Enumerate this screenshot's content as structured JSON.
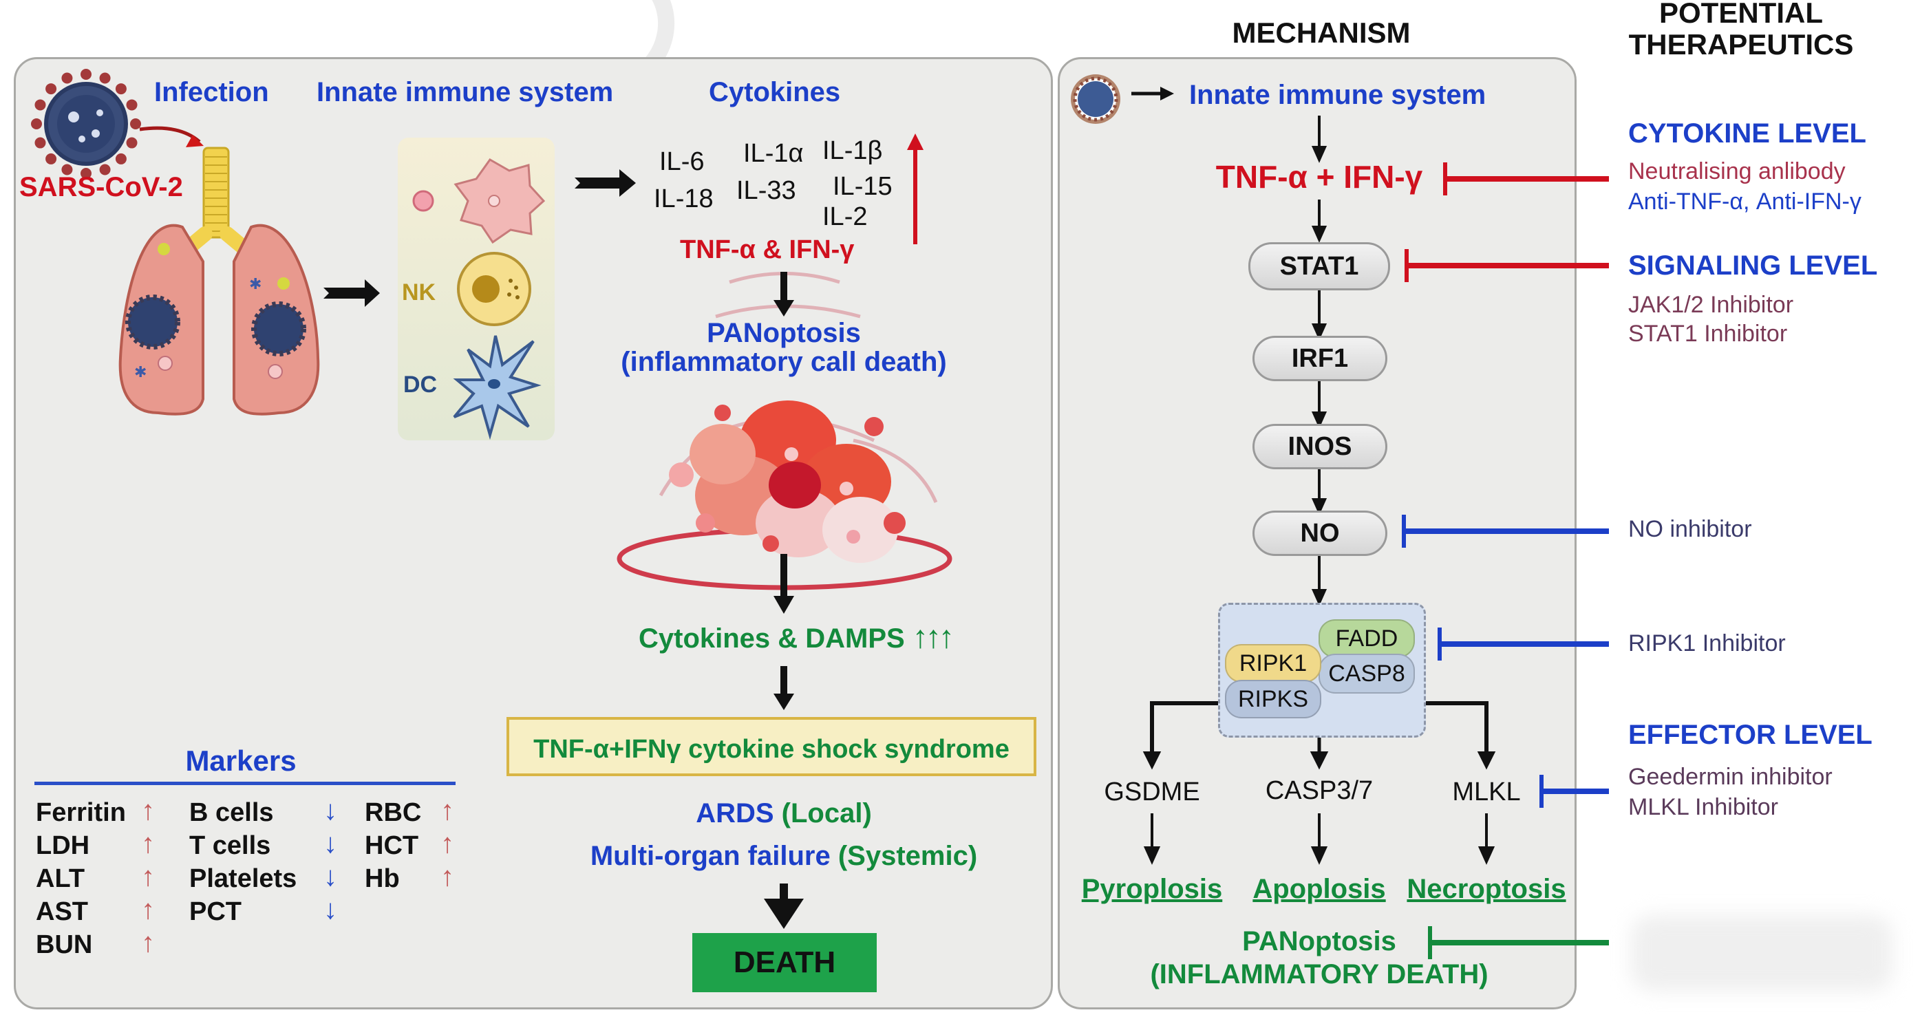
{
  "headers": {
    "mechanism": "MECHANISM",
    "therapeutics_line1": "POTENTIAL",
    "therapeutics_line2": "THERAPEUTICS"
  },
  "left_panel": {
    "labels": {
      "infection": "Infection",
      "innate_immune": "Innate immune system",
      "cytokines": "Cytokines",
      "virus": "SARS-CoV-2"
    },
    "cells": [
      {
        "label": "",
        "type": "macrophage"
      },
      {
        "label": "NK",
        "type": "nk-cell"
      },
      {
        "label": "DC",
        "type": "dendritic-cell"
      }
    ],
    "cytokine_list": [
      "IL-6",
      "IL-18",
      "IL-1α",
      "IL-33",
      "IL-1β",
      "IL-15",
      "IL-2"
    ],
    "cytokine_trend": "up",
    "tnf_ifn": "TNF-α & IFN-γ",
    "panoptosis_title": "PANoptosis",
    "panoptosis_sub": "(inflammatory call death)",
    "damps": "Cytokines & DAMPS",
    "damps_arrows": "↑↑↑",
    "shock_box": "TNF-α+IFNγ cytokine shock syndrome",
    "ards": "ARDS",
    "ards_scope": "(Local)",
    "mof": "Multi-organ failure",
    "mof_scope": "(Systemic)",
    "death": "DEATH",
    "markers": {
      "title": "Markers",
      "columns": [
        [
          {
            "name": "Ferritin",
            "trend": "up"
          },
          {
            "name": "LDH",
            "trend": "up"
          },
          {
            "name": "ALT",
            "trend": "up"
          },
          {
            "name": "AST",
            "trend": "up"
          },
          {
            "name": "BUN",
            "trend": "up"
          }
        ],
        [
          {
            "name": "B cells",
            "trend": "down"
          },
          {
            "name": "T cells",
            "trend": "down"
          },
          {
            "name": "Platelets",
            "trend": "down"
          },
          {
            "name": "PCT",
            "trend": "down"
          }
        ],
        [
          {
            "name": "RBC",
            "trend": "up"
          },
          {
            "name": "HCT",
            "trend": "up"
          },
          {
            "name": "Hb",
            "trend": "up"
          }
        ]
      ]
    }
  },
  "mechanism": {
    "start": "Innate immune system",
    "tnf_ifn": "TNF-α + IFN-γ",
    "nodes": [
      "STAT1",
      "IRF1",
      "INOS",
      "NO"
    ],
    "complex": {
      "fadd": "FADD",
      "ripk1": "RIPK1",
      "casp8": "CASP8",
      "ripk3": "RIPKS"
    },
    "effectors": [
      "GSDME",
      "CASP3/7",
      "MLKL"
    ],
    "outcomes": [
      "Pyroplosis",
      "Apoplosis",
      "Necroptosis"
    ],
    "final_title": "PANoptosis",
    "final_sub": "(INFLAMMATORY DEATH)"
  },
  "therapeutics": {
    "cytokine_level": {
      "title": "CYTOKINE LEVEL",
      "line1": "Neutralising anlibody",
      "line2": "Anti-TNF-α, Anti-IFN-γ"
    },
    "signaling_level": {
      "title": "SIGNALING LEVEL",
      "line1": "JAK1/2 Inhibitor",
      "line2": "STAT1 Inhibitor"
    },
    "no_inhibitor": "NO inhibitor",
    "ripk1_inhibitor": "RIPK1 Inhibitor",
    "effector_level": {
      "title": "EFFECTOR LEVEL",
      "line1": "Geedermin inhibitor",
      "line2": "MLKL Inhibitor"
    }
  },
  "colors": {
    "blue": "#1c3fc8",
    "red": "#d0101e",
    "green": "#138a3c",
    "death_box": "#1ea24a",
    "shock_box_bg": "#f7efc4",
    "shock_box_border": "#d8b545"
  }
}
